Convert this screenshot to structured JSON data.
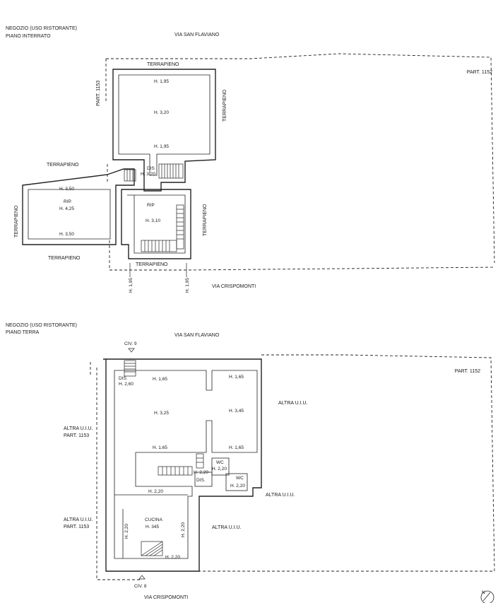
{
  "basement": {
    "title_line1": "NEGOZIO (USO RISTORANTE)",
    "title_line2": "PIANO INTERRATO",
    "street_top": "VIA SAN FLAVIANO",
    "street_bottom": "VIA CRISPOMONTI",
    "parcel_right": "PART. 1152",
    "parcel_left": "PART. 1153",
    "terrapieno": "TERRAPIENO",
    "heights": {
      "h195_a": "H. 1,95",
      "h320_a": "H. 3,20",
      "h195_b": "H. 1,95",
      "dis": "DIS",
      "h320_b": "H. 3,20",
      "h350_a": "H. 3,50",
      "rip_left": "RIP.",
      "h425": "H. 4,25",
      "h350_b": "H. 3,50",
      "rip_center": "RIP",
      "h310": "H. 3,10",
      "h195_c": "H. 1,95",
      "h195_d": "H. 1,95"
    }
  },
  "ground": {
    "title_line1": "NEGOZIO (USO RISTORANTE)",
    "title_line2": "PIANO TERRA",
    "street_top": "VIA SAN FLAVIANO",
    "street_bottom": "VIA CRISPOMONTI",
    "civ9": "CIV. 9",
    "civ8": "CIV. 8",
    "parcel_right": "PART. 1152",
    "altra_left_1": "ALTRA U.I.U.",
    "part1153_1": "PART. 1153",
    "altra_left_2": "ALTRA U.I.U.",
    "part1153_2": "PART. 1153",
    "altra_right_1": "ALTRA U.I.U.",
    "altra_right_2": "ALTRA U.I.U.",
    "altra_right_3": "ALTRA U.I.U.",
    "heights": {
      "dis": "DIS.",
      "h260": "H. 2,60",
      "h165_a": "H. 1,65",
      "h165_b": "H. 1,65",
      "h325": "H. 3,25",
      "h345": "H. 3,45",
      "h165_c": "H. 1,65",
      "h165_d": "H. 1,65",
      "wc_1": "WC",
      "h220_wc1": "H. 2,20",
      "h220_a": "H. 2,20",
      "dis2": "DIS.",
      "wc_2": "WC",
      "h220_wc2": "H. 2,20",
      "h220_b": "H. 2,20",
      "cucina": "CUCINA",
      "h345_k": "H. 345",
      "h220_left": "H. 2,20",
      "h220_right": "H. 2,20",
      "h220_c": "H. 2,20"
    }
  }
}
